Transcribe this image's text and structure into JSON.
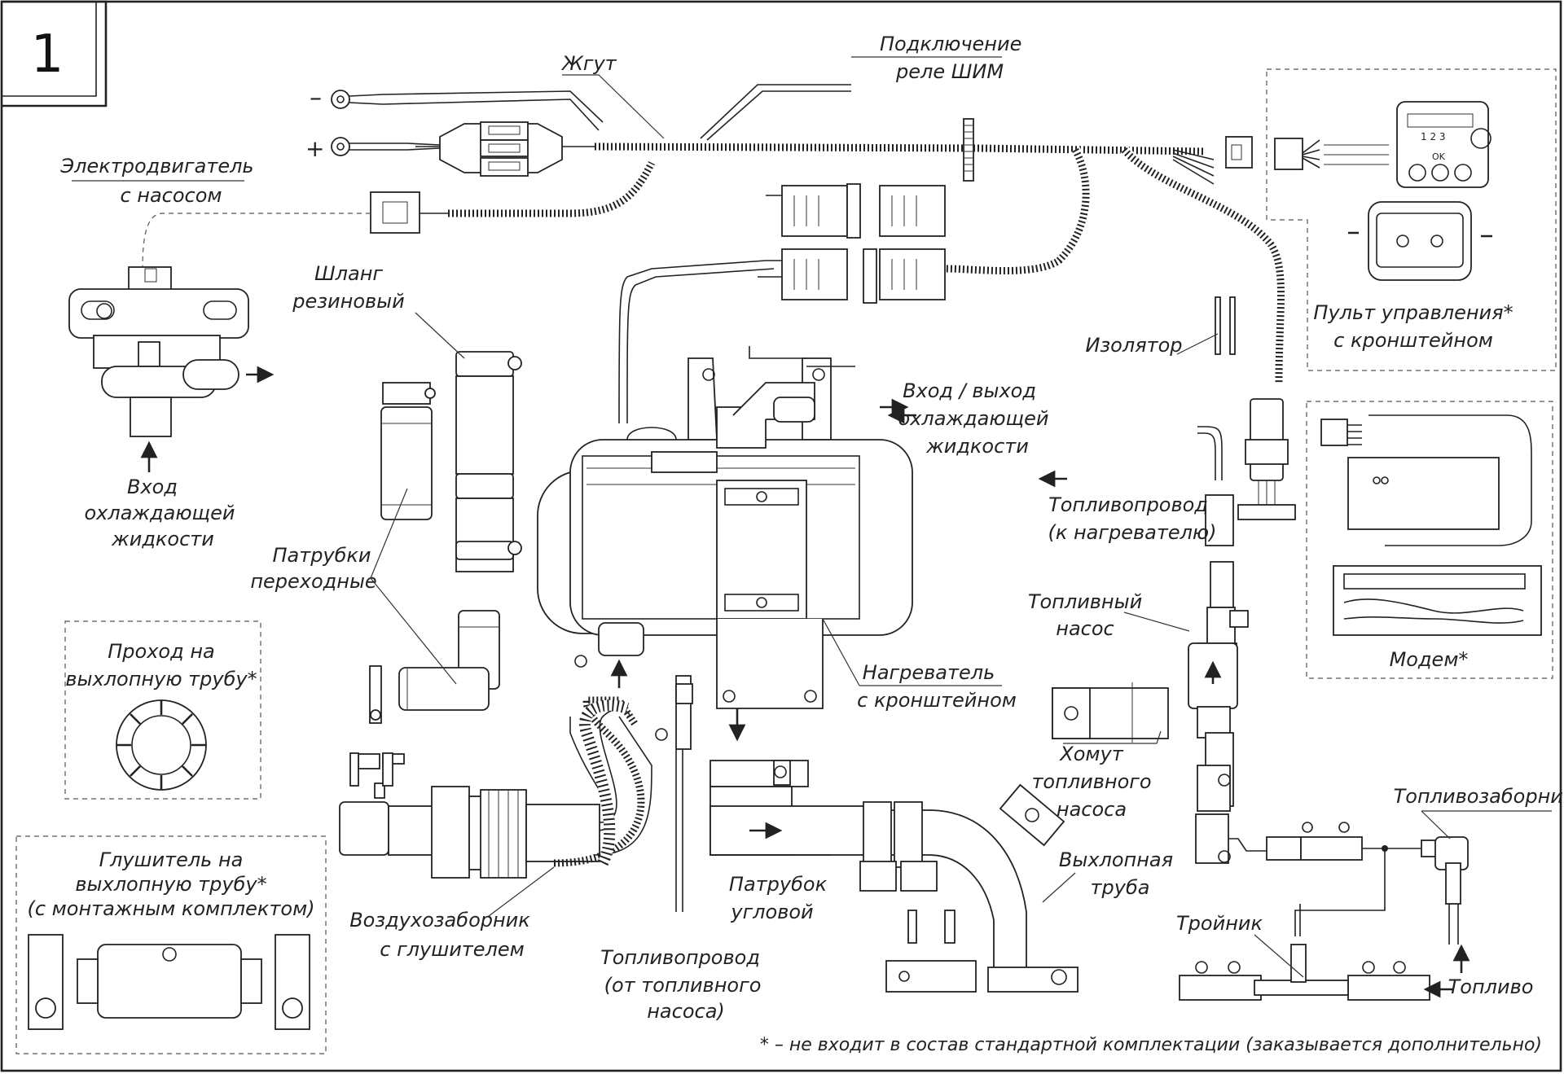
{
  "figure_number": "1",
  "labels": {
    "harness": "Жгут",
    "pwm_relay_1": "Подключение",
    "pwm_relay_2": "реле ШИМ",
    "minus_sign": "–",
    "plus_sign": "+",
    "motor_pump_1": "Электродвигатель",
    "motor_pump_2": "с насосом",
    "rubber_hose_1": "Шланг",
    "rubber_hose_2": "резиновый",
    "coolant_in_1": "Вход",
    "coolant_in_2": "охлаждающей",
    "coolant_in_3": "жидкости",
    "adapter_pipes_1": "Патрубки",
    "adapter_pipes_2": "переходные",
    "exhaust_pass_1": "Проход на",
    "exhaust_pass_2": "выхлопную трубу*",
    "muffler_1": "Глушитель на",
    "muffler_2": "выхлопную трубу*",
    "muffler_3": "(с монтажным комплектом)",
    "air_intake_1": "Воздухозаборник",
    "air_intake_2": "с глушителем",
    "fuel_line_from_1": "Топливопровод",
    "fuel_line_from_2": "(от топливного",
    "fuel_line_from_3": "насоса)",
    "angle_pipe_1": "Патрубок",
    "angle_pipe_2": "угловой",
    "heater_1": "Нагреватель",
    "heater_2": "с кронштейном",
    "coolant_io_1": "Вход / выход",
    "coolant_io_2": "охлаждающей",
    "coolant_io_3": "жидкости",
    "fuel_line_to_1": "Топливопровод",
    "fuel_line_to_2": "(к нагревателю)",
    "fuel_pump_1": "Топливный",
    "fuel_pump_2": "насос",
    "clamp_1": "Хомут",
    "clamp_2": "топливного",
    "clamp_3": "насоса",
    "exhaust_pipe_1": "Выхлопная",
    "exhaust_pipe_2": "труба",
    "tee": "Тройник",
    "fuel_intake": "Топливозаборник",
    "fuel": "Топливо",
    "insulator": "Изолятор",
    "control_panel_1": "Пульт управления*",
    "control_panel_2": "с кронштейном",
    "panel_keys": "1 2 3",
    "panel_ok": "OK",
    "modem": "Модем*",
    "footnote": "* – не входит в состав стандартной комплектации (заказывается дополнительно)"
  }
}
